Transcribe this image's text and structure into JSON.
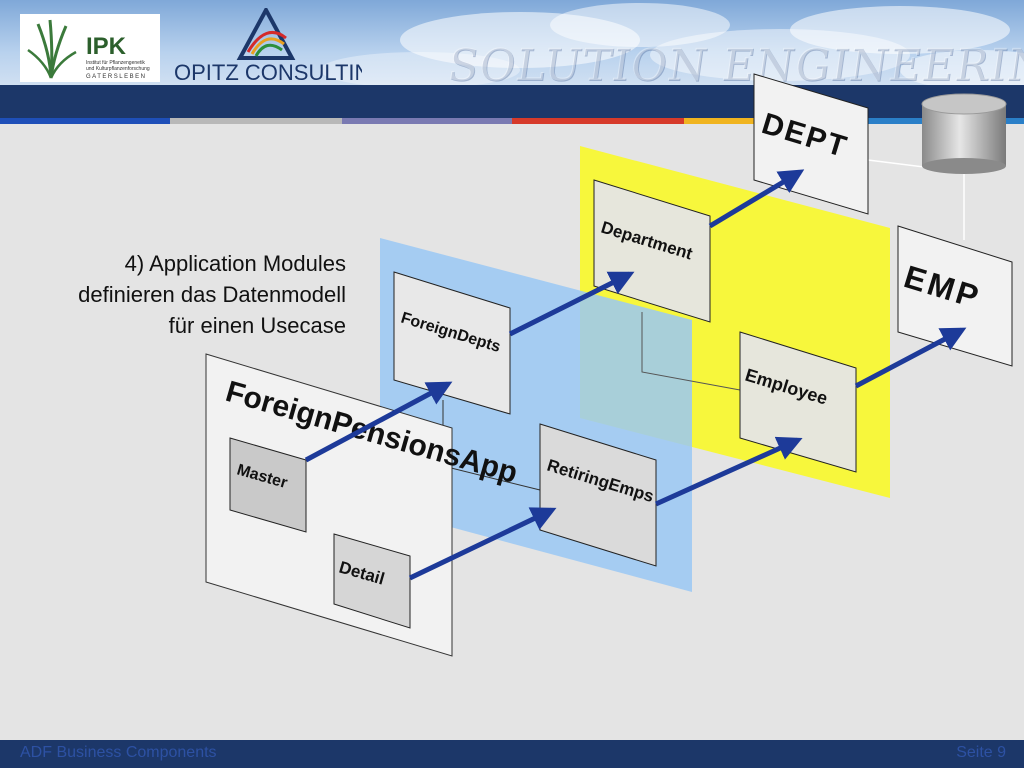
{
  "header": {
    "ipk_logo": {
      "name": "IPK",
      "line1": "Institut für Pflanzengenetik",
      "line2": "und Kulturpflanzenforschung",
      "line3": "GATERSLEBEN"
    },
    "opitz_logo": {
      "name": "OPITZ CONSULTING"
    },
    "watermark": "SOLUTION ENGINEERING"
  },
  "caption": {
    "line1": "4) Application Modules",
    "line2": "definieren das Datenmodell",
    "line3": "für einen Usecase"
  },
  "diagram": {
    "app_module": "ForeignPensionsApp",
    "master": "Master",
    "detail": "Detail",
    "foreign_depts": "ForeignDepts",
    "retiring_emps": "RetiringEmps",
    "department": "Department",
    "employee": "Employee",
    "dept_table": "DEPT",
    "emp_table": "EMP"
  },
  "footer": {
    "left": "ADF Business Components",
    "right": "Seite 9"
  },
  "colors": {
    "navy": "#1c3769",
    "blue_layer": "#9ac8f5",
    "yellow_layer": "#f7f73c",
    "arrow": "#1d3a99"
  }
}
